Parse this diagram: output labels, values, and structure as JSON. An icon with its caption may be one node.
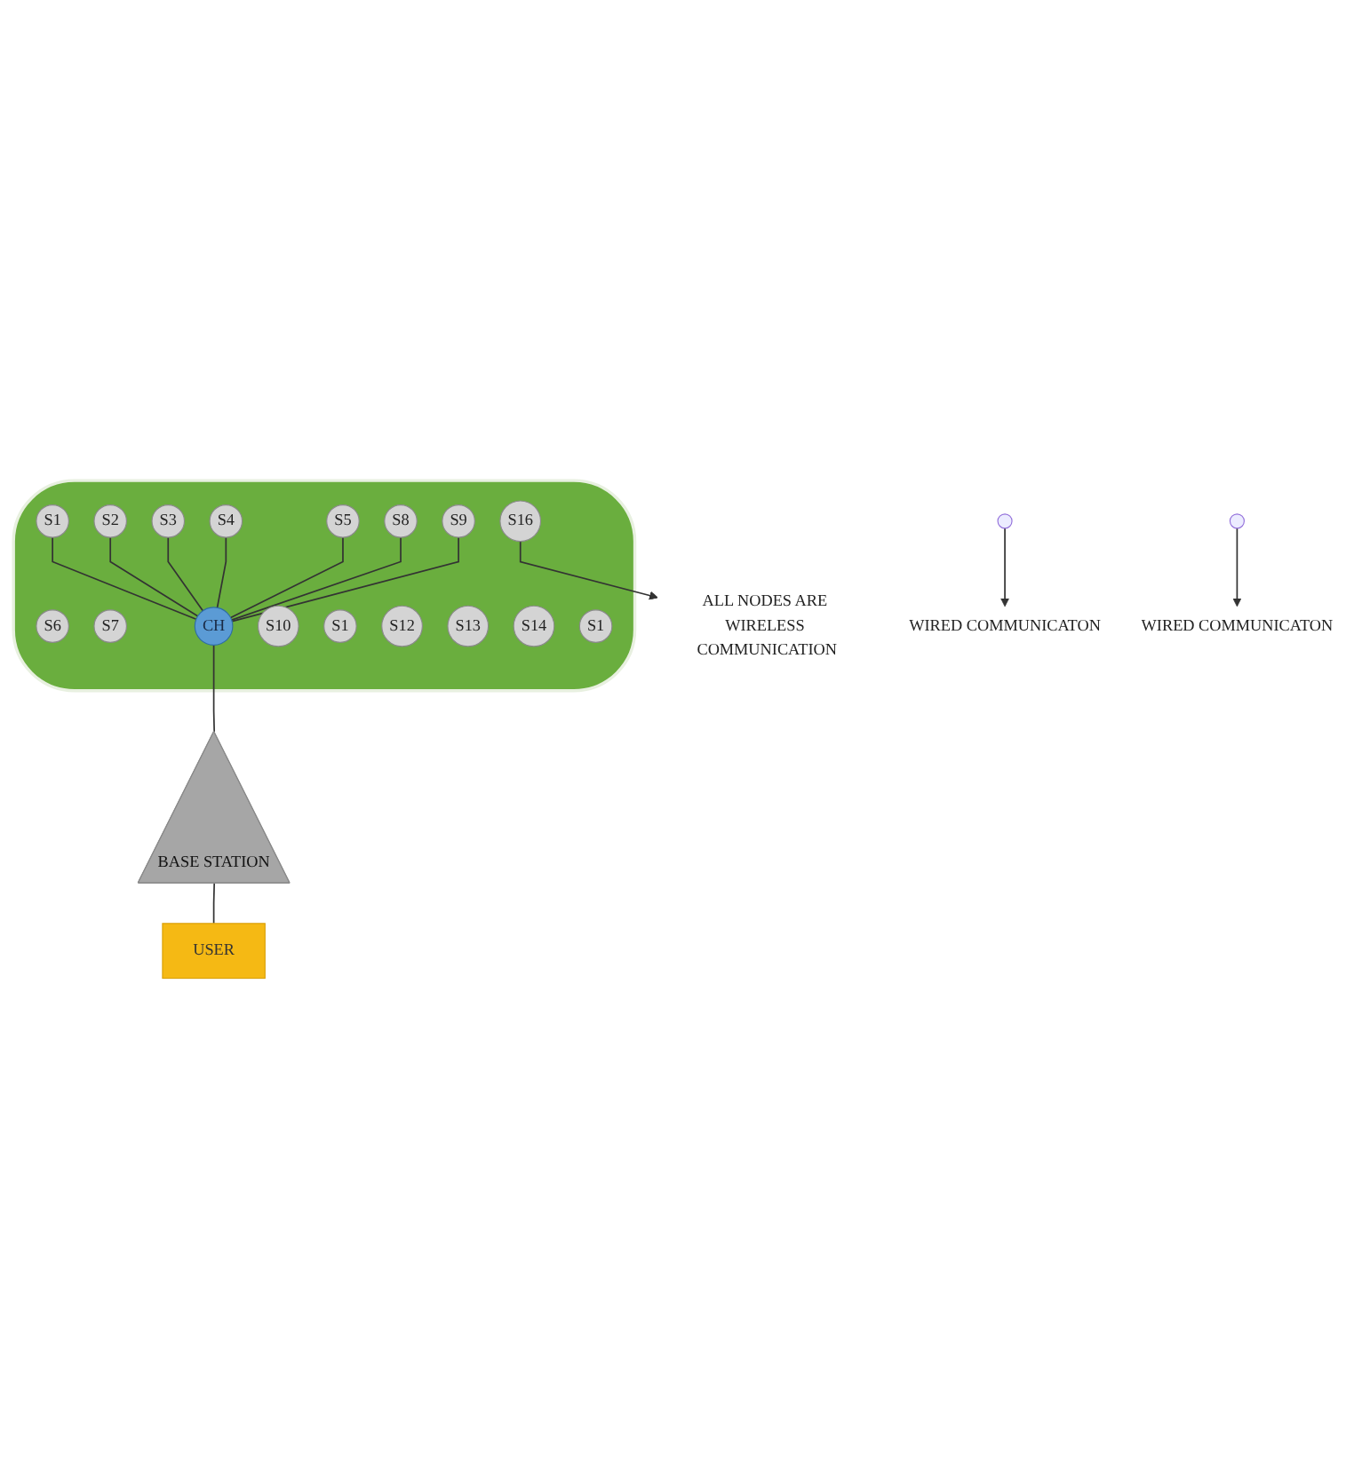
{
  "diagram": {
    "nodes": [
      {
        "text": [],
        "shape": "ellipse"
      },
      {
        "text": [
          "S1"
        ],
        "in": 0
      },
      {
        "text": [
          "S2"
        ],
        "in": 0
      },
      {
        "text": [
          "S3"
        ],
        "in": 0
      },
      {
        "text": [
          "S4"
        ],
        "in": 0
      },
      {
        "text": [
          "S5"
        ],
        "in": 0
      },
      {
        "text": [
          "S6"
        ],
        "in": 0
      },
      {
        "text": [
          "S7"
        ],
        "in": 0
      },
      {
        "text": [
          "S8"
        ],
        "in": 0
      },
      {
        "text": [
          "CH"
        ],
        "in": 0
      },
      {
        "text": [
          "S9"
        ],
        "in": 0
      },
      {
        "text": [
          "S10"
        ],
        "in": 0
      },
      {
        "text": [
          "S1"
        ],
        "in": 0
      },
      {
        "text": [
          "S12"
        ],
        "in": 0
      },
      {
        "text": [
          "S13"
        ],
        "in": 0
      },
      {
        "text": [
          "S14"
        ],
        "in": 0
      },
      {
        "text": [
          "S1"
        ],
        "in": 0
      },
      {
        "text": [
          "S16"
        ],
        "in": 0
      },
      {
        "text": [
          "ALL NODES ARE WIRELESS COMMUNICATION"
        ]
      },
      {
        "text": [
          "WIRED COMMUNICATON"
        ]
      },
      {
        "text": [
          "BASE STATION"
        ]
      },
      {
        "text": [
          "WIRED COMMUNICATON"
        ]
      },
      {
        "text": [
          "USER"
        ]
      }
    ],
    "edges": [
      {
        "from": 1,
        "to": 9,
        "arrow": "none"
      },
      {
        "from": 2,
        "to": 9,
        "arrow": "none"
      },
      {
        "from": 3,
        "to": 9,
        "arrow": "none"
      },
      {
        "from": 4,
        "to": 9,
        "arrow": "none"
      },
      {
        "from": 5,
        "to": 9,
        "arrow": "none"
      },
      {
        "from": 8,
        "to": 9,
        "arrow": "none"
      },
      {
        "from": 10,
        "to": 9,
        "arrow": "none"
      },
      {
        "from": 17,
        "to": 18,
        "arrow": "to"
      },
      {
        "from": 9,
        "to": 20,
        "arrow": "none"
      },
      {
        "from": null,
        "to": 19,
        "arrow": "to"
      },
      {
        "from": 20,
        "to": 22,
        "arrow": "none"
      },
      {
        "from": null,
        "to": 21,
        "arrow": "to"
      }
    ]
  }
}
